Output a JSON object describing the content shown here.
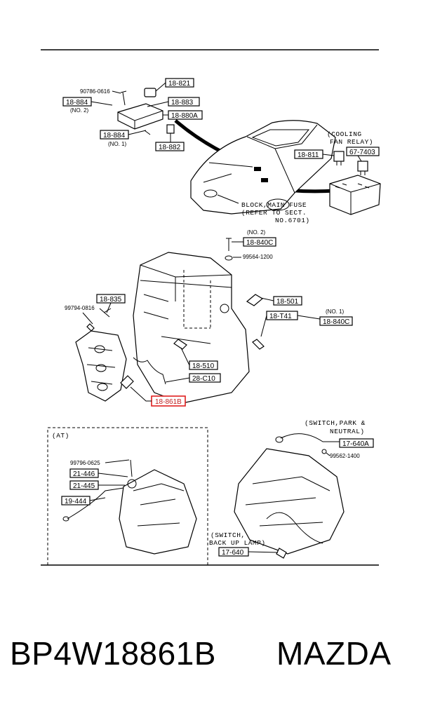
{
  "parts": {
    "p_90786": "90786-0616",
    "p_18821": "18-821",
    "p_18884_2": "18-884",
    "no2_a": "(NO. 2)",
    "p_18883": "18-883",
    "p_18880A": "18-880A",
    "p_18884_1": "18-884",
    "no1_a": "(NO. 1)",
    "p_18882": "18-882",
    "p_18811": "18-811",
    "p_677403": "67-7403",
    "no2_b": "(NO. 2)",
    "p_18840C_2": "18-840C",
    "p_99564": "99564-1200",
    "p_18835": "18-835",
    "p_99794": "99794-0816",
    "p_18501": "18-501",
    "p_18T41": "18-T41",
    "no1_b": "(NO. 1)",
    "p_18840C_1": "18-840C",
    "p_18510": "18-510",
    "p_28C10": "28-C10",
    "p_18861B": "18-861B",
    "p_99796": "99796-0625",
    "p_21446": "21-446",
    "p_21445": "21-445",
    "p_19444": "19-444",
    "p_17640A": "17-640A",
    "p_99562": "99562-1400",
    "p_17640": "17-640"
  },
  "captions": {
    "cooling_1": "(COOLING",
    "cooling_2": "FAN RELAY)",
    "block_1": "BLOCK,MAIN FUSE",
    "block_2": "(REFER TO SECT.",
    "block_3": "NO.6701)",
    "at": "(AT)",
    "park_1": "(SWITCH,PARK &",
    "park_2": "NEUTRAL)",
    "backup_1": "(SWITCH,",
    "backup_2": "BACK UP LAMP)"
  },
  "footer": {
    "part_number": "BP4W18861B",
    "brand": "MAZDA"
  },
  "highlight_color": "#e02020"
}
